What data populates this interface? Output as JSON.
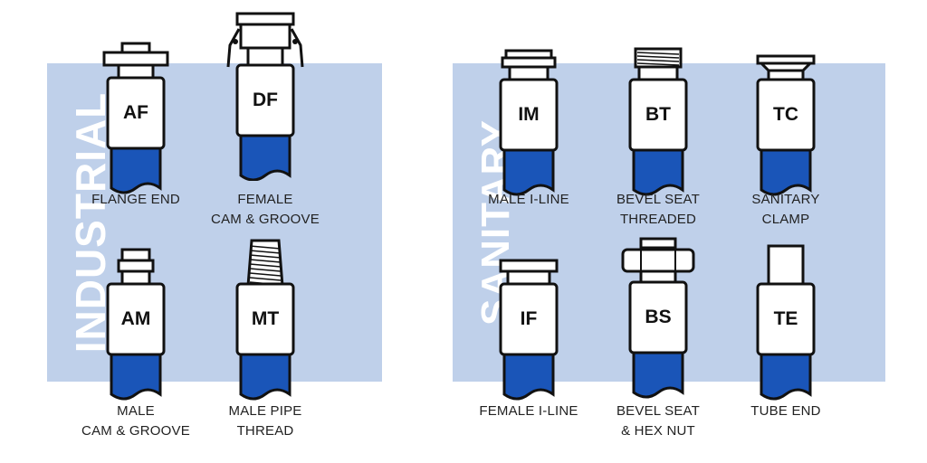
{
  "sections": [
    {
      "id": "industrial",
      "title": "INDUSTRIAL"
    },
    {
      "id": "sanitary",
      "title": "SANITARY"
    }
  ],
  "fittings": [
    {
      "id": "af",
      "code": "AF",
      "caption": [
        "FLANGE END"
      ],
      "connector": "flange"
    },
    {
      "id": "df",
      "code": "DF",
      "caption": [
        "FEMALE",
        "CAM & GROOVE"
      ],
      "connector": "cam-female"
    },
    {
      "id": "am",
      "code": "AM",
      "caption": [
        "MALE",
        "CAM & GROOVE"
      ],
      "connector": "cam-male"
    },
    {
      "id": "mt",
      "code": "MT",
      "caption": [
        "MALE PIPE",
        "THREAD"
      ],
      "connector": "pipe-thread"
    },
    {
      "id": "im",
      "code": "IM",
      "caption": [
        "MALE I-LINE"
      ],
      "connector": "i-line-male"
    },
    {
      "id": "bt",
      "code": "BT",
      "caption": [
        "BEVEL SEAT",
        "THREADED"
      ],
      "connector": "bevel-threaded"
    },
    {
      "id": "tc",
      "code": "TC",
      "caption": [
        "SANITARY",
        "CLAMP"
      ],
      "connector": "clamp"
    },
    {
      "id": "if",
      "code": "IF",
      "caption": [
        "FEMALE I-LINE"
      ],
      "connector": "i-line-female"
    },
    {
      "id": "bs",
      "code": "BS",
      "caption": [
        "BEVEL SEAT",
        "& HEX NUT"
      ],
      "connector": "hex-nut"
    },
    {
      "id": "te",
      "code": "TE",
      "caption": [
        "TUBE END"
      ],
      "connector": "tube"
    }
  ],
  "colors": {
    "panel": "#bfd0ea",
    "hose": "#1a55b8",
    "outline": "#111111",
    "title": "#ffffff"
  }
}
